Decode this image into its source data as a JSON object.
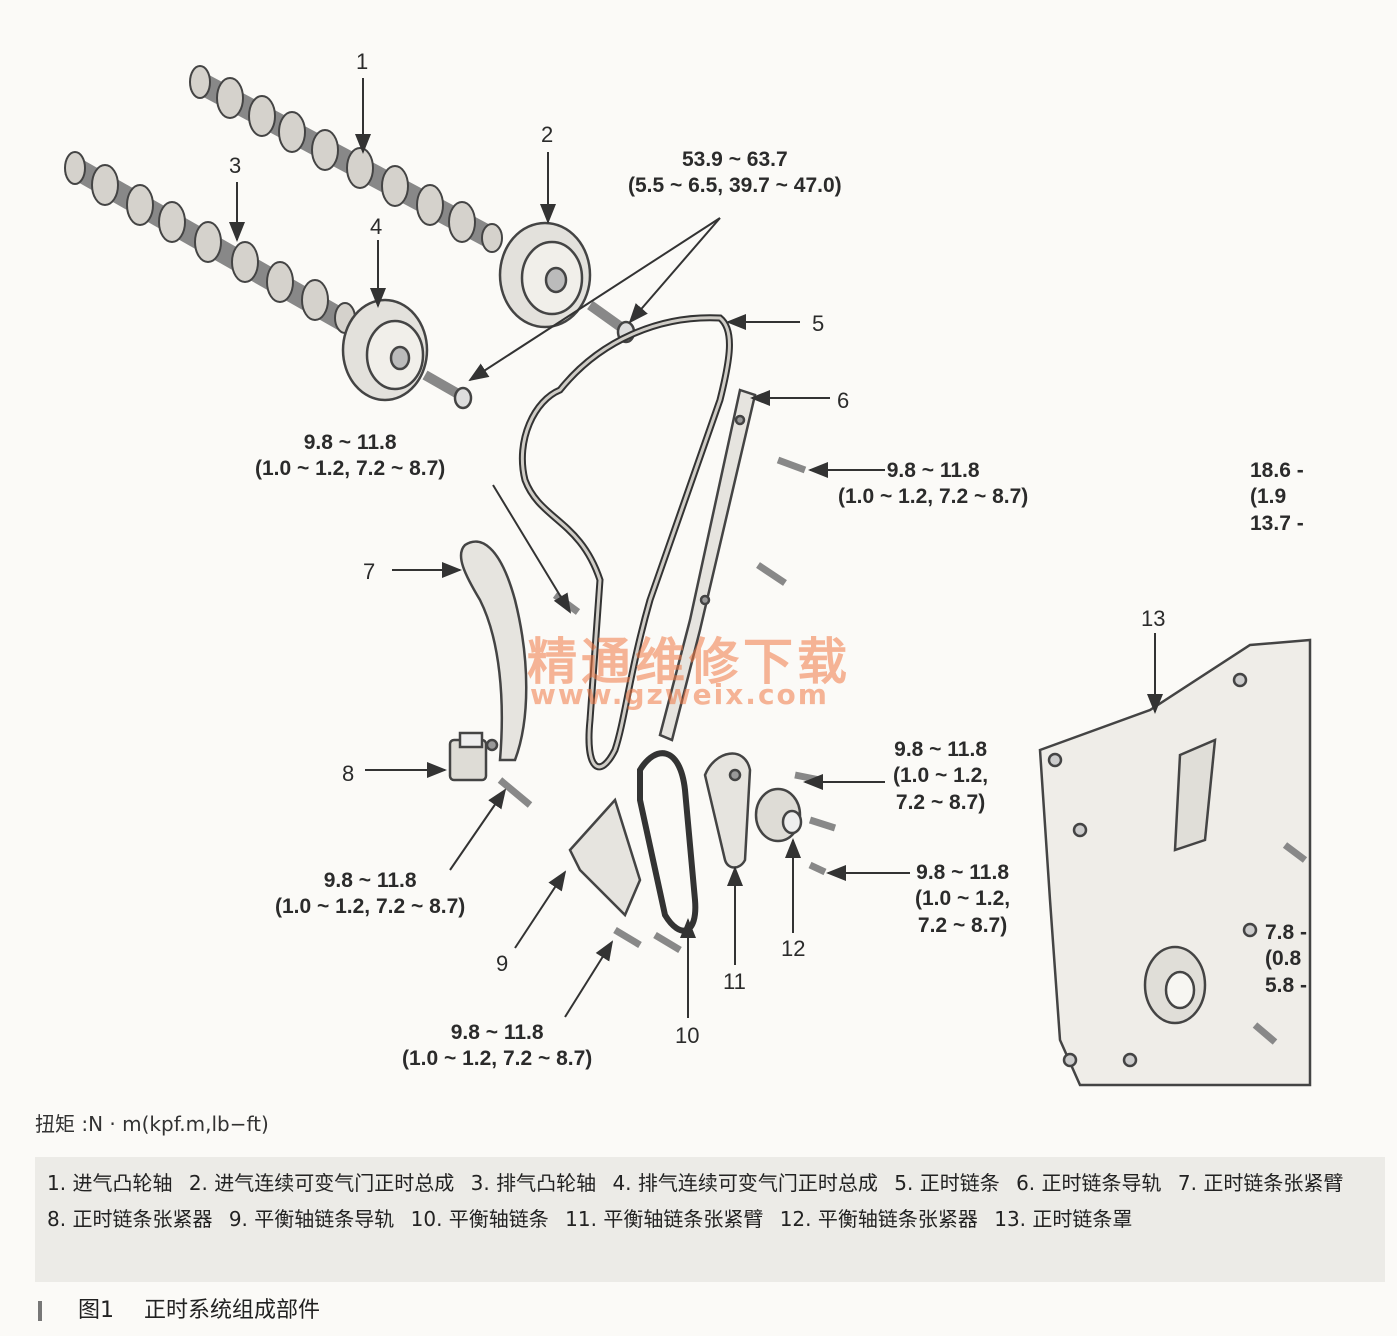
{
  "callouts": {
    "c1": "1",
    "c2": "2",
    "c3": "3",
    "c4": "4",
    "c5": "5",
    "c6": "6",
    "c7": "7",
    "c8": "8",
    "c9": "9",
    "c10": "10",
    "c11": "11",
    "c12": "12",
    "c13": "13"
  },
  "torques": {
    "cam_bolt": [
      "53.9 ~ 63.7",
      "(5.5 ~ 6.5, 39.7 ~ 47.0)"
    ],
    "guide_bolt_left": [
      "9.8 ~ 11.8",
      "(1.0 ~ 1.2, 7.2 ~ 8.7)"
    ],
    "guide_bolt_right": [
      "9.8 ~ 11.8",
      "(1.0 ~ 1.2, 7.2 ~ 8.7)"
    ],
    "cover_top_cut": [
      "18.6 -",
      "(1.9",
      "13.7 -"
    ],
    "tensioner_8": [
      "9.8 ~ 11.8",
      "(1.0 ~ 1.2, 7.2 ~ 8.7)"
    ],
    "balance_guide_9": [
      "9.8 ~ 11.8",
      "(1.0 ~ 1.2, 7.2 ~ 8.7)"
    ],
    "arm_11": [
      "9.8 ~ 11.8",
      "(1.0 ~ 1.2,",
      "7.2 ~ 8.7)"
    ],
    "tensioner_12": [
      "9.8 ~ 11.8",
      "(1.0 ~ 1.2,",
      "7.2 ~ 8.7)"
    ],
    "cover_side_cut": [
      "7.8 -",
      "(0.8",
      "5.8 -"
    ]
  },
  "watermark": {
    "line1": "精通维修下载",
    "line2": "www.gzweix.com"
  },
  "unit_note": "扭矩 :N · m(kpf.m,lb−ft)",
  "legend": [
    "1. 进气凸轮轴",
    "2. 进气连续可变气门正时总成",
    "3. 排气凸轮轴",
    "4. 排气连续可变气门正时总成",
    "5. 正时链条",
    "6. 正时链条导轨",
    "7. 正时链条张紧臂",
    "8. 正时链条张紧器",
    "9. 平衡轴链条导轨",
    "10. 平衡轴链条",
    "11. 平衡轴链条张紧臂",
    "12. 平衡轴链条张紧器",
    "13. 正时链条罩"
  ],
  "caption": {
    "figure": "图1",
    "title": "正时系统组成部件"
  }
}
